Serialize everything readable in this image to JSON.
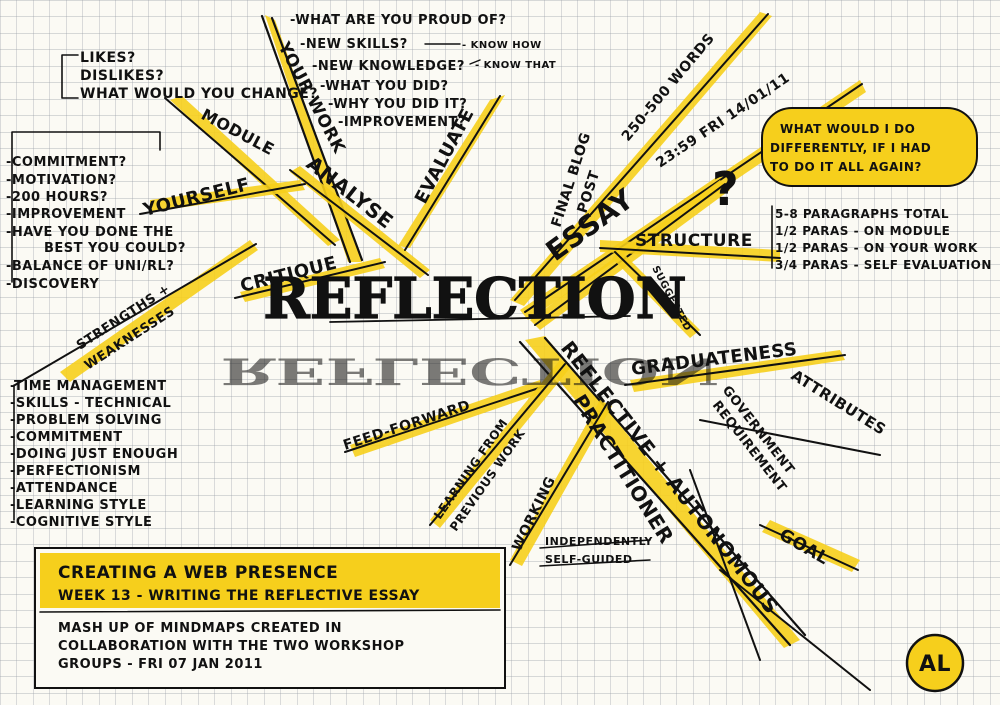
{
  "colors": {
    "paper": "#fbfaf4",
    "grid": "#9aa0a8",
    "ink": "#111111",
    "highlight": "#f6cf1c"
  },
  "center": {
    "title": "REFLECTION"
  },
  "branches": {
    "your_work": {
      "label": "YOUR WORK",
      "items": [
        "-WHAT ARE YOU PROUD OF?",
        "-NEW SKILLS?",
        "-NEW KNOWLEDGE?",
        "-WHAT YOU DID?",
        "-WHY YOU DID IT?",
        "-IMPROVEMENT?"
      ],
      "notes": [
        "- KNOW HOW",
        "- KNOW THAT"
      ]
    },
    "module": {
      "label": "MODULE",
      "items": [
        "LIKES?",
        "DISLIKES?",
        "WHAT WOULD YOU CHANGE?"
      ]
    },
    "analyse": {
      "label": "ANALYSE"
    },
    "evaluate": {
      "label": "EVALUATE"
    },
    "critique": {
      "label": "CRITIQUE"
    },
    "yourself": {
      "label": "YOURSELF",
      "items": [
        "-COMMITMENT?",
        "-MOTIVATION?",
        "-200 HOURS?",
        "-IMPROVEMENT",
        "-HAVE YOU DONE THE",
        "BEST YOU COULD?",
        "-BALANCE OF UNI/RL?",
        "-DISCOVERY"
      ]
    },
    "strengths": {
      "label_1": "STRENGTHS +",
      "label_2": "WEAKNESSES",
      "items": [
        "-TIME MANAGEMENT",
        "-SKILLS - TECHNICAL",
        "-PROBLEM SOLVING",
        "-COMMITMENT",
        "-DOING JUST ENOUGH",
        "-PERFECTIONISM",
        "-ATTENDANCE",
        "-LEARNING STYLE",
        "-COGNITIVE STYLE"
      ]
    },
    "essay": {
      "label": "ESSAY",
      "final_blog_1": "FINAL BLOG",
      "final_blog_2": "POST",
      "words": "250-500 WORDS",
      "deadline": "23:59 FRI 14/01/11",
      "question": "WHAT WOULD I DO DIFFERENTLY, IF I HAD TO DO IT ALL AGAIN?",
      "question_lines": [
        "WHAT WOULD I DO",
        "DIFFERENTLY, IF I HAD",
        "TO DO IT ALL AGAIN?"
      ],
      "question_mark": "?"
    },
    "structure": {
      "label": "STRUCTURE",
      "suggested": "SUGGESTED",
      "items": [
        "5-8 PARAGRAPHS TOTAL",
        "1/2 PARAS - ON MODULE",
        "1/2 PARAS - ON YOUR WORK",
        "3/4 PARAS - SELF EVALUATION"
      ]
    },
    "graduateness": {
      "label": "GRADUATENESS",
      "attributes": "ATTRIBUTES",
      "gov_1": "GOVERNMENT",
      "gov_2": "REQUIREMENT"
    },
    "reflective": {
      "label": "REFLECTIVE + AUTONOMOUS",
      "practitioner": "PRACTITIONER",
      "goal": "GOAL"
    },
    "working": {
      "label": "WORKING",
      "independently": "INDEPENDENTLY",
      "self_guided": "SELF-GUIDED"
    },
    "learning": {
      "line_1": "LEARNING FROM",
      "line_2": "PREVIOUS WORK"
    },
    "feed_forward": {
      "label": "FEED-FORWARD"
    }
  },
  "title_box": {
    "line_1": "CREATING A WEB PRESENCE",
    "line_2": "WEEK 13 - WRITING THE REFLECTIVE ESSAY",
    "body": [
      "MASH UP OF MINDMAPS CREATED IN",
      "COLLABORATION WITH THE TWO WORKSHOP",
      "GROUPS - FRI 07 JAN 2011"
    ]
  },
  "signature": "AL"
}
